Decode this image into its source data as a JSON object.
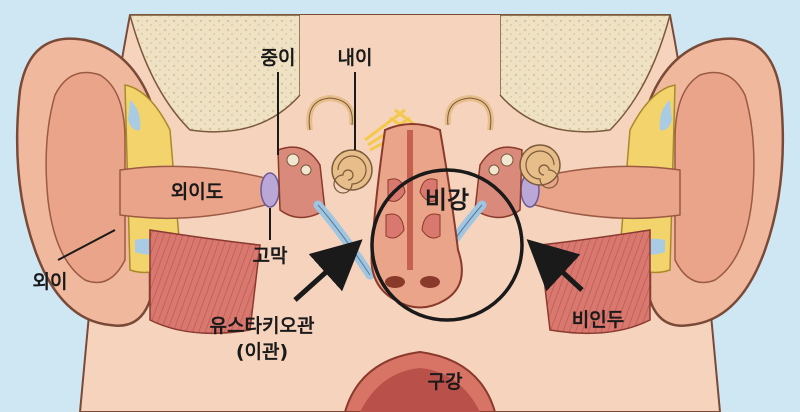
{
  "labels": {
    "middle_ear": "중이",
    "inner_ear": "내이",
    "ear_canal": "외이도",
    "nasal_cavity": "비강",
    "eardrum": "고막",
    "outer_ear": "외이",
    "eustachian_tube": "유스타키오관",
    "eustachian_tube_alt": "(이관)",
    "nasopharynx": "비인두",
    "oral_cavity": "구강"
  },
  "colors": {
    "background": "#cfe6f3",
    "skin": "#f5d3bd",
    "skin_shadow": "#e9b79c",
    "bone": "#efe1c4",
    "fat": "#f3d36b",
    "muscle": "#d9786f",
    "cartilage_blue": "#a9cbe4",
    "cochlea": "#e7bd8a",
    "eardrum": "#b9a7d8",
    "nerve": "#f4c94a",
    "outline": "#1a1a1a"
  }
}
